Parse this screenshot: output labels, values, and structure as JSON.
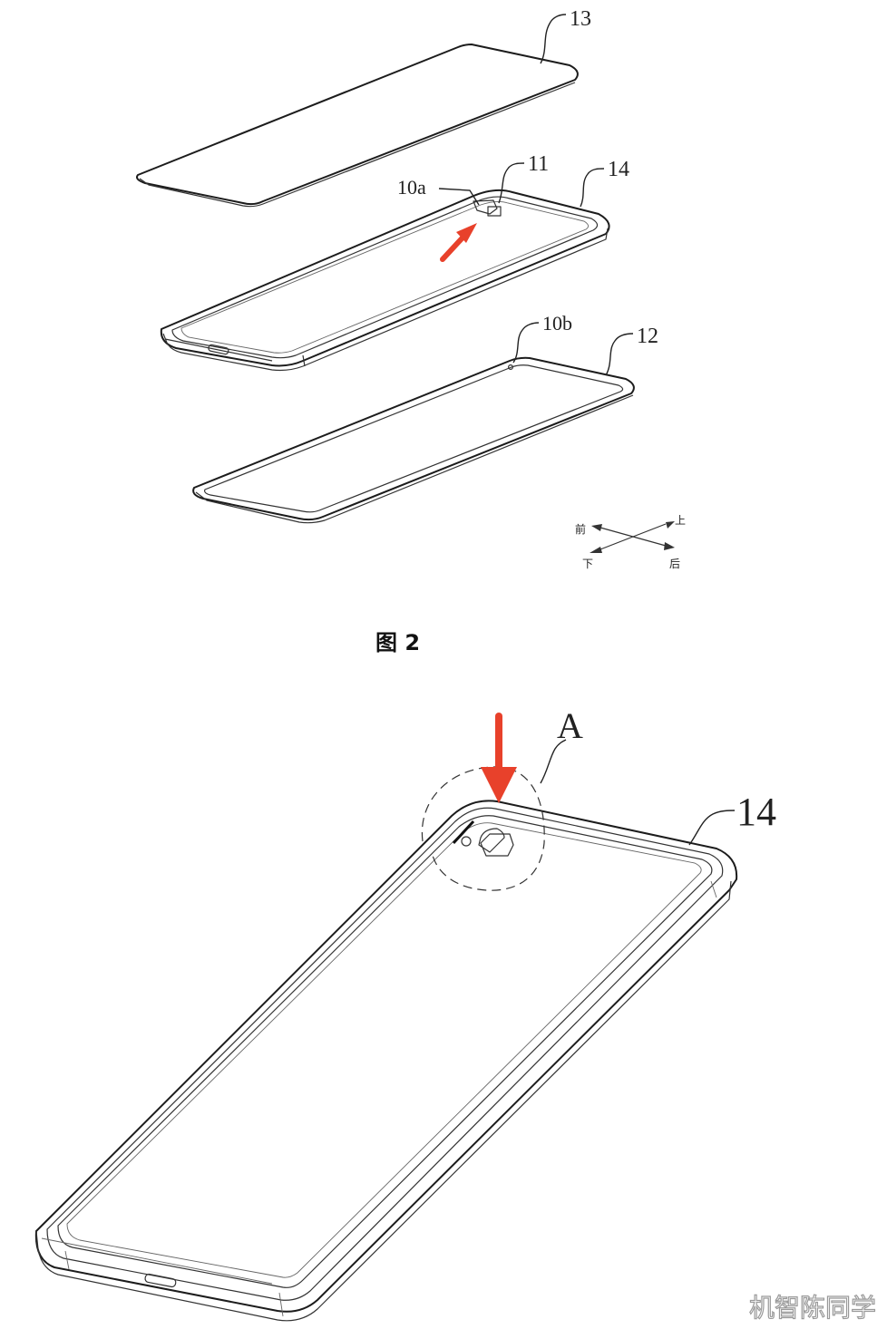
{
  "figure_2": {
    "caption": "图 2",
    "labels": {
      "cover_plate": "13",
      "hole_a": "10a",
      "component": "11",
      "frame": "14",
      "hole_b": "10b",
      "bottom_plate": "12"
    },
    "direction_indicator": {
      "upper_left": "前",
      "upper_right": "上",
      "lower_left": "下",
      "lower_right": "后"
    },
    "annotation_arrow_color": "#e8412b"
  },
  "figure_3": {
    "detail_label": "A",
    "frame_label": "14",
    "annotation_arrow_color": "#e8412b"
  },
  "watermark": "机智陈同学"
}
